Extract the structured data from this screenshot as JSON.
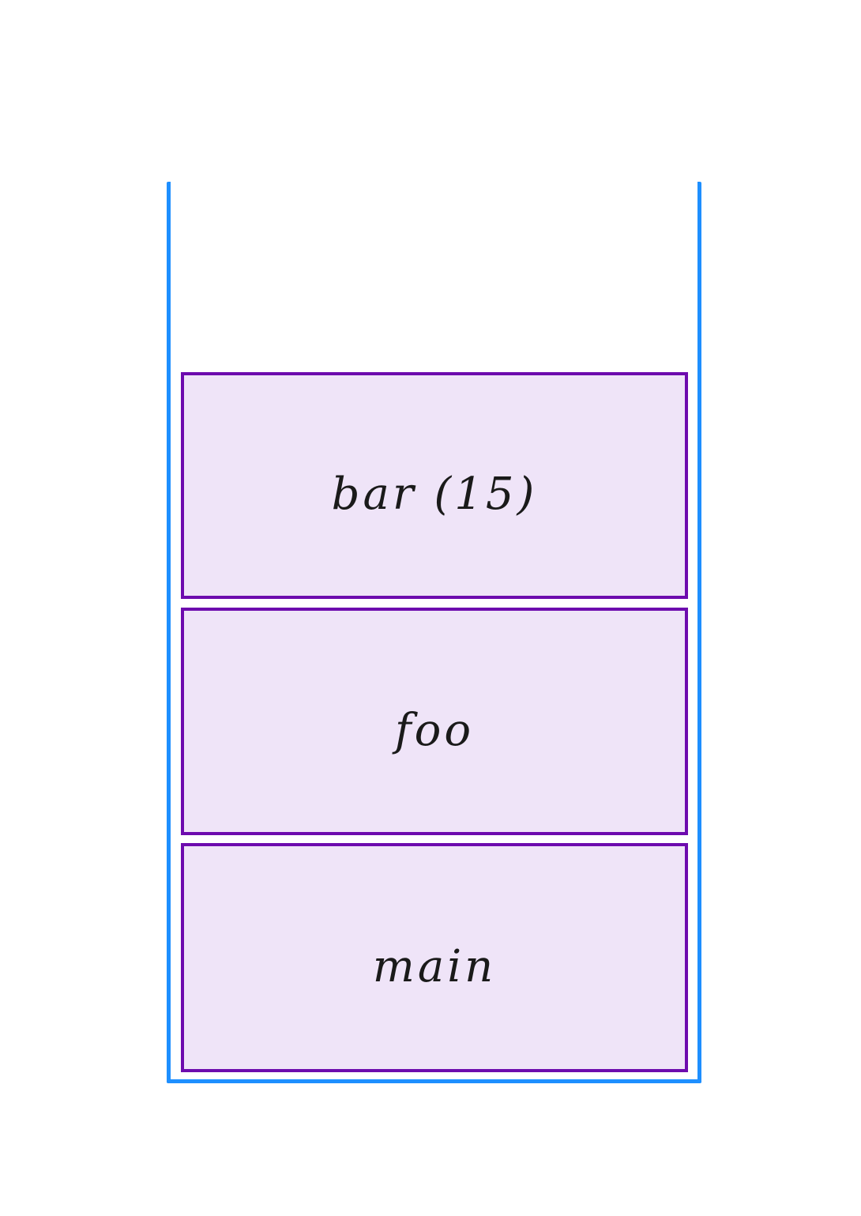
{
  "diagram": {
    "type": "call-stack",
    "frames": [
      {
        "id": "bar",
        "label": "bar (15)"
      },
      {
        "id": "foo",
        "label": "foo"
      },
      {
        "id": "main",
        "label": "main"
      }
    ],
    "colors": {
      "stack_outline": "#1E8FFF",
      "frame_border": "#6D0BAE",
      "frame_fill": "#EFE4F8",
      "label": "#1A1A1A",
      "page_background": "#FFFFFF"
    }
  }
}
